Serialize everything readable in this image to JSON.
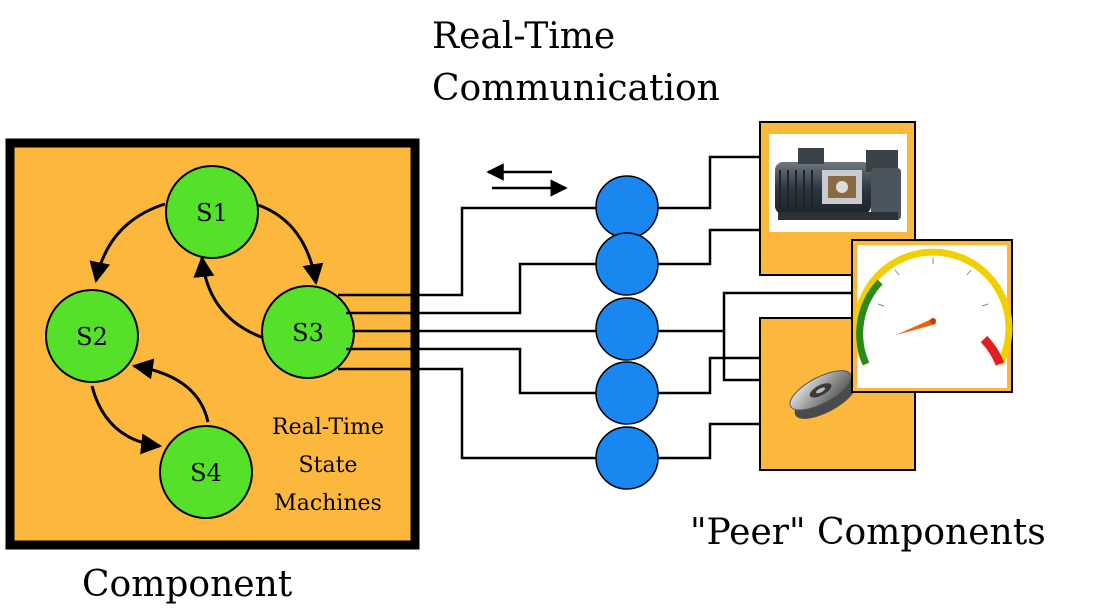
{
  "title": {
    "line1": "Real-Time",
    "line2": "Communication"
  },
  "component_label": "Component",
  "peers_label": "\"Peer\" Components",
  "states": [
    {
      "id": "s1",
      "label": "S1"
    },
    {
      "id": "s2",
      "label": "S2"
    },
    {
      "id": "s3",
      "label": "S3"
    },
    {
      "id": "s4",
      "label": "S4"
    }
  ],
  "state_machine_caption": {
    "line1": "Real-Time",
    "line2": "State",
    "line3": "Machines"
  },
  "colors": {
    "box_fill": "#fbb83c",
    "state_fill": "#55e02a",
    "port_fill": "#1a86f0",
    "gauge_green": "#2a8a1e",
    "gauge_yellow": "#f0d000",
    "gauge_red": "#e02020",
    "needle": "#f06010"
  },
  "icons": [
    "electric-motor-image",
    "gauge-image",
    "grinding-wheel-image"
  ]
}
